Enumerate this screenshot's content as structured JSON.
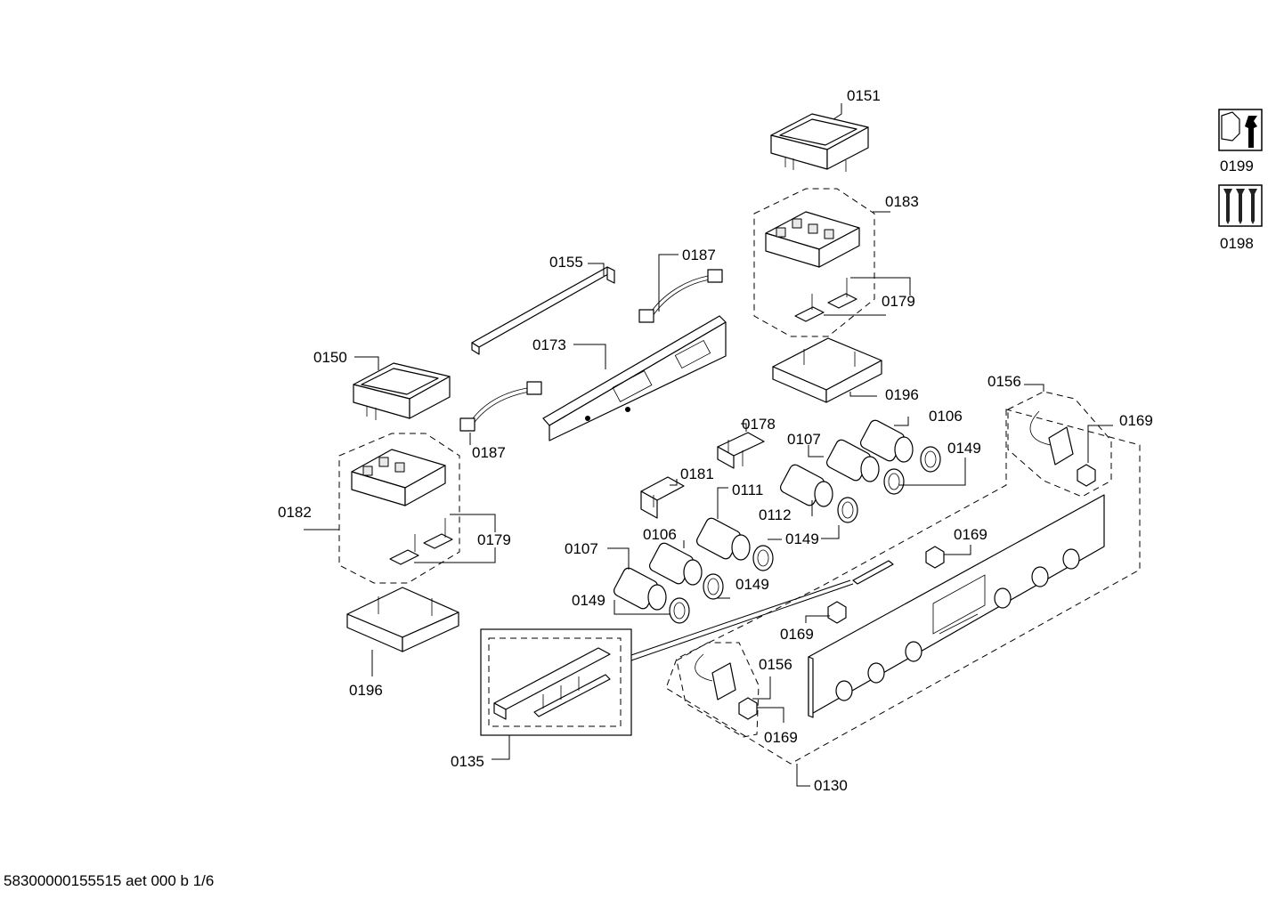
{
  "footer": {
    "doc_id": "58300000155515 aet 000 b 1/6"
  },
  "tool_icons": [
    {
      "icon": "wrench-icon",
      "label": "0199"
    },
    {
      "icon": "screws-icon",
      "label": "0198"
    }
  ],
  "labels": {
    "l0151": "0151",
    "l0183": "0183",
    "l0179a": "0179",
    "l0196a": "0196",
    "l0155": "0155",
    "l0187a": "0187",
    "l0173": "0173",
    "l0150": "0150",
    "l0187b": "0187",
    "l0182": "0182",
    "l0179b": "0179",
    "l0196b": "0196",
    "l0178": "0178",
    "l0107a": "0107",
    "l0106a": "0106",
    "l0149a": "0149",
    "l0181": "0181",
    "l0111": "0111",
    "l0112": "0112",
    "l0149b": "0149",
    "l0107b": "0107",
    "l0106b": "0106",
    "l0149c": "0149",
    "l0149d": "0149",
    "l0156a": "0156",
    "l0169a": "0169",
    "l0169b": "0169",
    "l0169c": "0169",
    "l0156b": "0156",
    "l0169d": "0169",
    "l0135": "0135",
    "l0130": "0130"
  }
}
